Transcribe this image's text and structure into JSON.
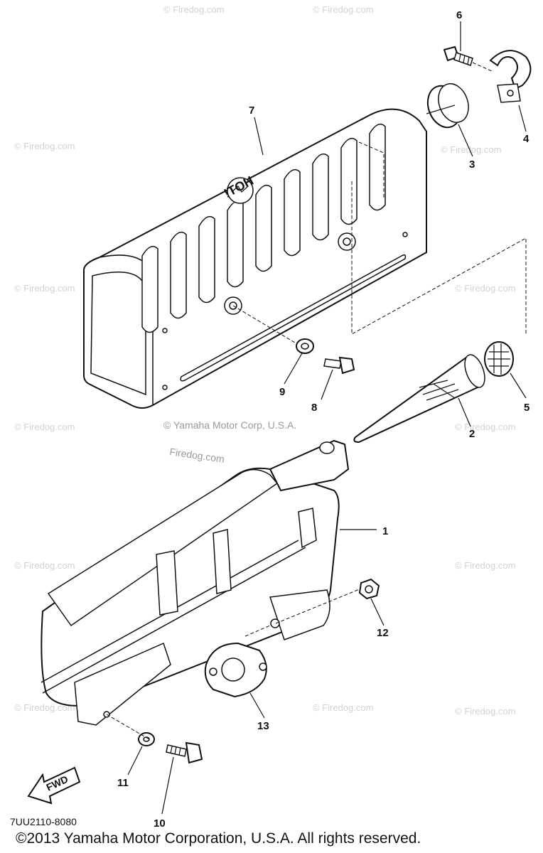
{
  "diagram": {
    "code": "7UU2110-8080",
    "copyright": "©2013 Yamaha Motor Corporation, U.S.A. All rights reserved.",
    "center_watermark_line1": "© Yamaha Motor Corp, U.S.A.",
    "center_watermark_line2": "Firedog.com",
    "repeat_watermark": "© Firedog.com",
    "fwd_label": "FWD",
    "hot_label": "HOT!",
    "callouts": [
      {
        "id": "1",
        "label": "1"
      },
      {
        "id": "2",
        "label": "2"
      },
      {
        "id": "3",
        "label": "3"
      },
      {
        "id": "4",
        "label": "4"
      },
      {
        "id": "5",
        "label": "5"
      },
      {
        "id": "6",
        "label": "6"
      },
      {
        "id": "7",
        "label": "7"
      },
      {
        "id": "8",
        "label": "8"
      },
      {
        "id": "9",
        "label": "9"
      },
      {
        "id": "10",
        "label": "10"
      },
      {
        "id": "11",
        "label": "11"
      },
      {
        "id": "12",
        "label": "12"
      },
      {
        "id": "13",
        "label": "13"
      }
    ]
  }
}
